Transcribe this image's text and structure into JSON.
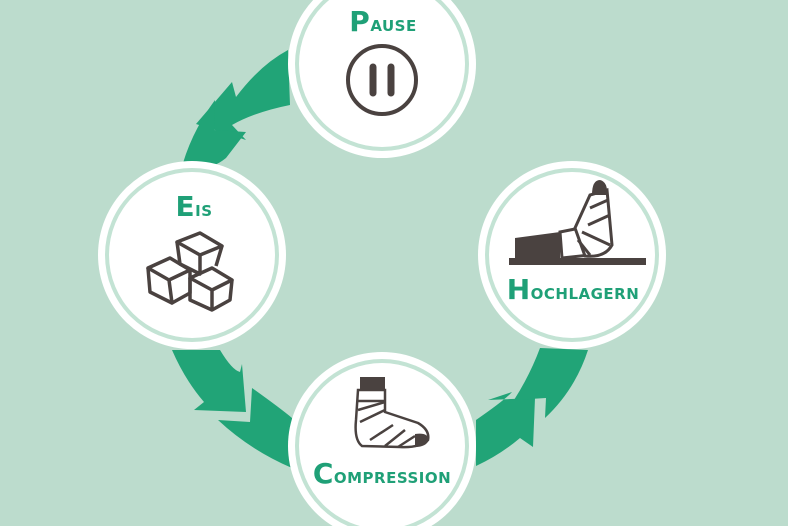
{
  "colors": {
    "background": "#bcdccd",
    "arrow": "#21a477",
    "text_accent": "#1fa077",
    "icon": "#4a4240",
    "circle_fill": "#ffffff"
  },
  "steps": [
    {
      "initial": "P",
      "rest": "AUSE",
      "icon": "pause-icon"
    },
    {
      "initial": "E",
      "rest": "IS",
      "icon": "ice-cubes-icon"
    },
    {
      "initial": "C",
      "rest": "OMPRESSION",
      "icon": "compression-bandage-foot-icon"
    },
    {
      "initial": "H",
      "rest": "OCHLAGERN",
      "icon": "elevated-leg-icon"
    }
  ]
}
